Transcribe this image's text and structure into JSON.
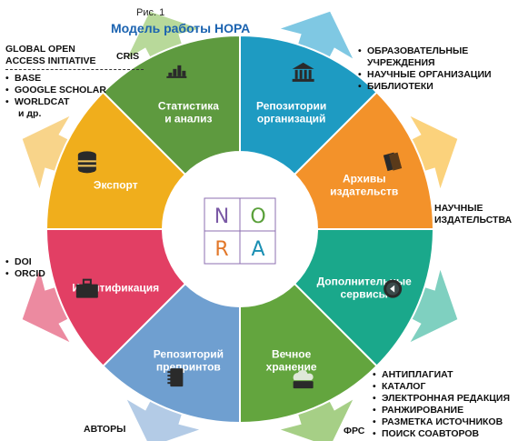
{
  "figure_label": "Рис. 1",
  "title": "Модель работы НОРА",
  "center_letters": [
    {
      "text": "N",
      "color": "#7b5aa6"
    },
    {
      "text": "O",
      "color": "#5aa03a"
    },
    {
      "text": "R",
      "color": "#e2782a"
    },
    {
      "text": "A",
      "color": "#1a8fb3"
    }
  ],
  "segments": [
    {
      "id": "repo-org",
      "lines": [
        "Репозитории",
        "организаций"
      ],
      "color": "#1e9bc2",
      "icon": "institution-icon"
    },
    {
      "id": "archives",
      "lines": [
        "Архивы",
        "издательств"
      ],
      "color": "#f3922a",
      "icon": "books-icon"
    },
    {
      "id": "services",
      "lines": [
        "Дополнительные",
        "сервисы"
      ],
      "color": "#1aa88b",
      "icon": "play-button-icon"
    },
    {
      "id": "storage",
      "lines": [
        "Вечное",
        "хранение"
      ],
      "color": "#63a53e",
      "icon": "cloud-drive-icon"
    },
    {
      "id": "preprints",
      "lines": [
        "Репозиторий",
        "препринтов"
      ],
      "color": "#6f9fd0",
      "icon": "notebook-icon"
    },
    {
      "id": "identification",
      "lines": [
        "Идентификация"
      ],
      "color": "#e23f64",
      "icon": "briefcase-icon"
    },
    {
      "id": "export",
      "lines": [
        "Экспорт"
      ],
      "color": "#f0ae1c",
      "icon": "database-icon"
    },
    {
      "id": "statistics",
      "lines": [
        "Статистика",
        "и анализ"
      ],
      "color": "#5e9a3f",
      "icon": "bar-chart-icon"
    }
  ],
  "notes": {
    "cris": "CRIS",
    "global_open_access": {
      "heading_lines": [
        "GLOBAL OPEN",
        "ACCESS INITIATIVE"
      ],
      "items": [
        "BASE",
        "GOOGLE SCHOLAR",
        "WORLDCAT"
      ],
      "tail": "и др."
    },
    "institutions": [
      "ОБРАЗОВАТЕЛЬНЫЕ УЧРЕЖДЕНИЯ",
      "НАУЧНЫЕ ОРГАНИЗАЦИИ",
      "БИБЛИОТЕКИ"
    ],
    "publishers_lines": [
      "НАУЧНЫЕ",
      "ИЗДАТЕЛЬСТВА"
    ],
    "identifiers": [
      "DOI",
      "ORCID"
    ],
    "services": [
      "АНТИПЛАГИАТ",
      "КАТАЛОГ",
      "ЭЛЕКТРОННАЯ РЕДАКЦИЯ",
      "РАНЖИРОВАНИЕ",
      "РАЗМЕТКА ИСТОЧНИКОВ",
      "ПОИСК СОАВТОРОВ"
    ],
    "authors": "АВТОРЫ",
    "frs": "ФРС"
  },
  "arrow_colors": {
    "statistics": "#b8d99a",
    "repo-org": "#7fc8e3",
    "archives": "#fbd27c",
    "services": "#7fd0c0",
    "storage": "#a6cf86",
    "preprints": "#b3cbe6",
    "identification": "#ec8aa0",
    "export": "#f8d48a"
  }
}
